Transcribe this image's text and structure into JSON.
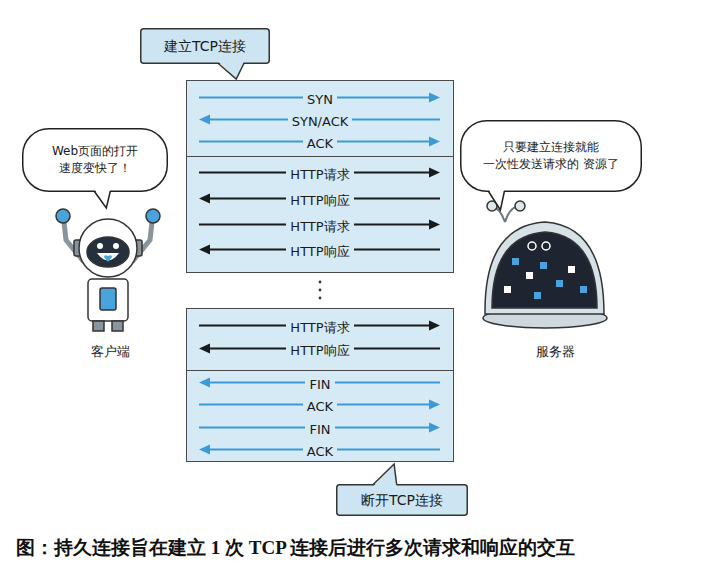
{
  "diagram": {
    "caption": "图：持久连接旨在建立 1 次 TCP 连接后进行多次请求和响应的交互",
    "nodes": [
      {
        "text": [
          "建立TCP连接"
        ]
      },
      {
        "text": [
          "Web页面的打开 速度变快了！"
        ]
      },
      {
        "text": [
          "只要建立连接就能 一次性发送请求的 资源了"
        ]
      },
      {
        "text": [
          "SYN",
          "SYN/ACK",
          "ACK"
        ]
      },
      {
        "text": [
          "HTTP请求",
          "HTTP响应",
          "HTTP请求",
          "HTTP响应"
        ]
      },
      {
        "text": [
          "HTTP请求",
          "HTTP响应"
        ]
      },
      {
        "text": [
          "FIN",
          "ACK",
          "FIN",
          "ACK"
        ]
      },
      {
        "text": [
          "断开TCP连接"
        ]
      }
    ],
    "labels": [
      "客户端",
      "服务器"
    ]
  }
}
